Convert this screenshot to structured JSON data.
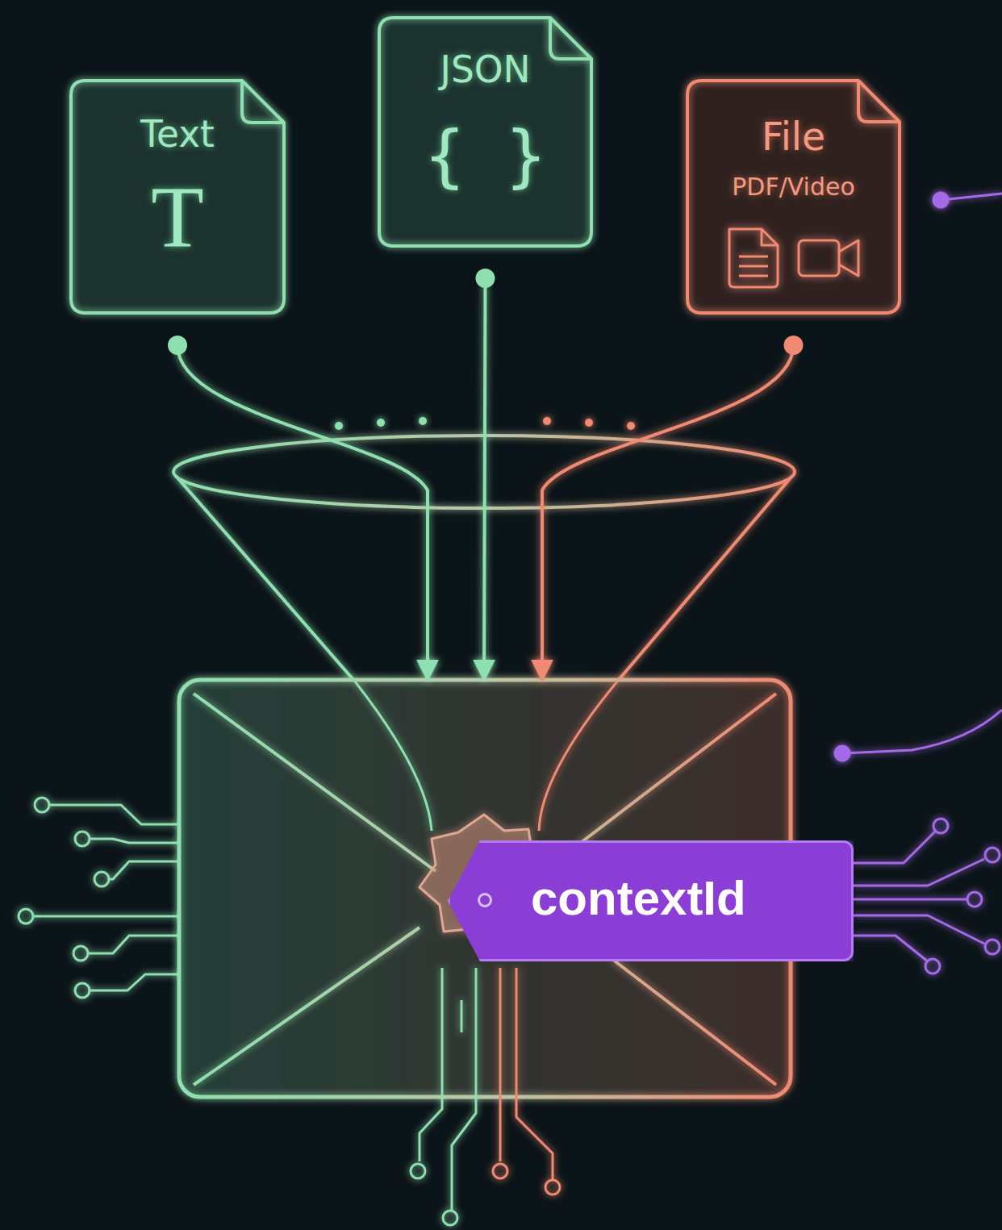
{
  "diagram": {
    "nodes": [
      {
        "text": [
          "Text",
          "T"
        ]
      },
      {
        "text": [
          "JSON",
          "{ }"
        ]
      },
      {
        "text": [
          "File",
          "PDF/Video"
        ]
      },
      {
        "text": [
          "contextId"
        ]
      }
    ],
    "edges": [
      {
        "from": 0,
        "to": 3,
        "arrow": "to"
      },
      {
        "from": 1,
        "to": 3,
        "arrow": "to"
      },
      {
        "from": 2,
        "to": 3,
        "arrow": "to"
      }
    ]
  }
}
